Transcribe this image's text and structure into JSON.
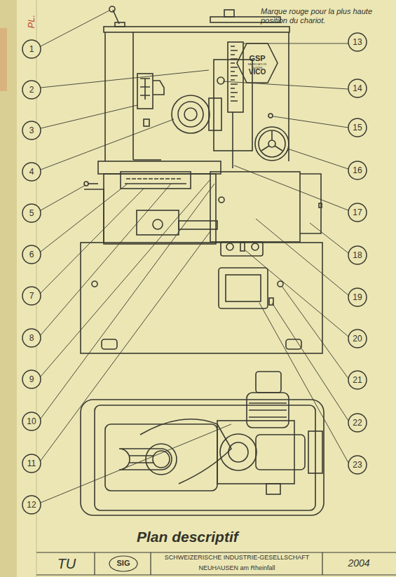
{
  "diagram": {
    "title": "Plan descriptif",
    "labels": [
      "PL.",
      "Marque rouge pour la plus haute position du chariot.",
      "GSP",
      "FABRICATION SUISSE",
      "VICO",
      "1",
      "2",
      "3",
      "4",
      "5",
      "6",
      "7",
      "8",
      "9",
      "10",
      "11",
      "12",
      "13",
      "14",
      "15",
      "16",
      "17",
      "18",
      "19",
      "20",
      "21",
      "22",
      "23",
      "TU",
      "SIG",
      "SCHWEIZERISCHE INDUSTRIE-GESELLSCHAFT",
      "NEUHAUSEN am Rheinfall",
      "2004"
    ]
  }
}
